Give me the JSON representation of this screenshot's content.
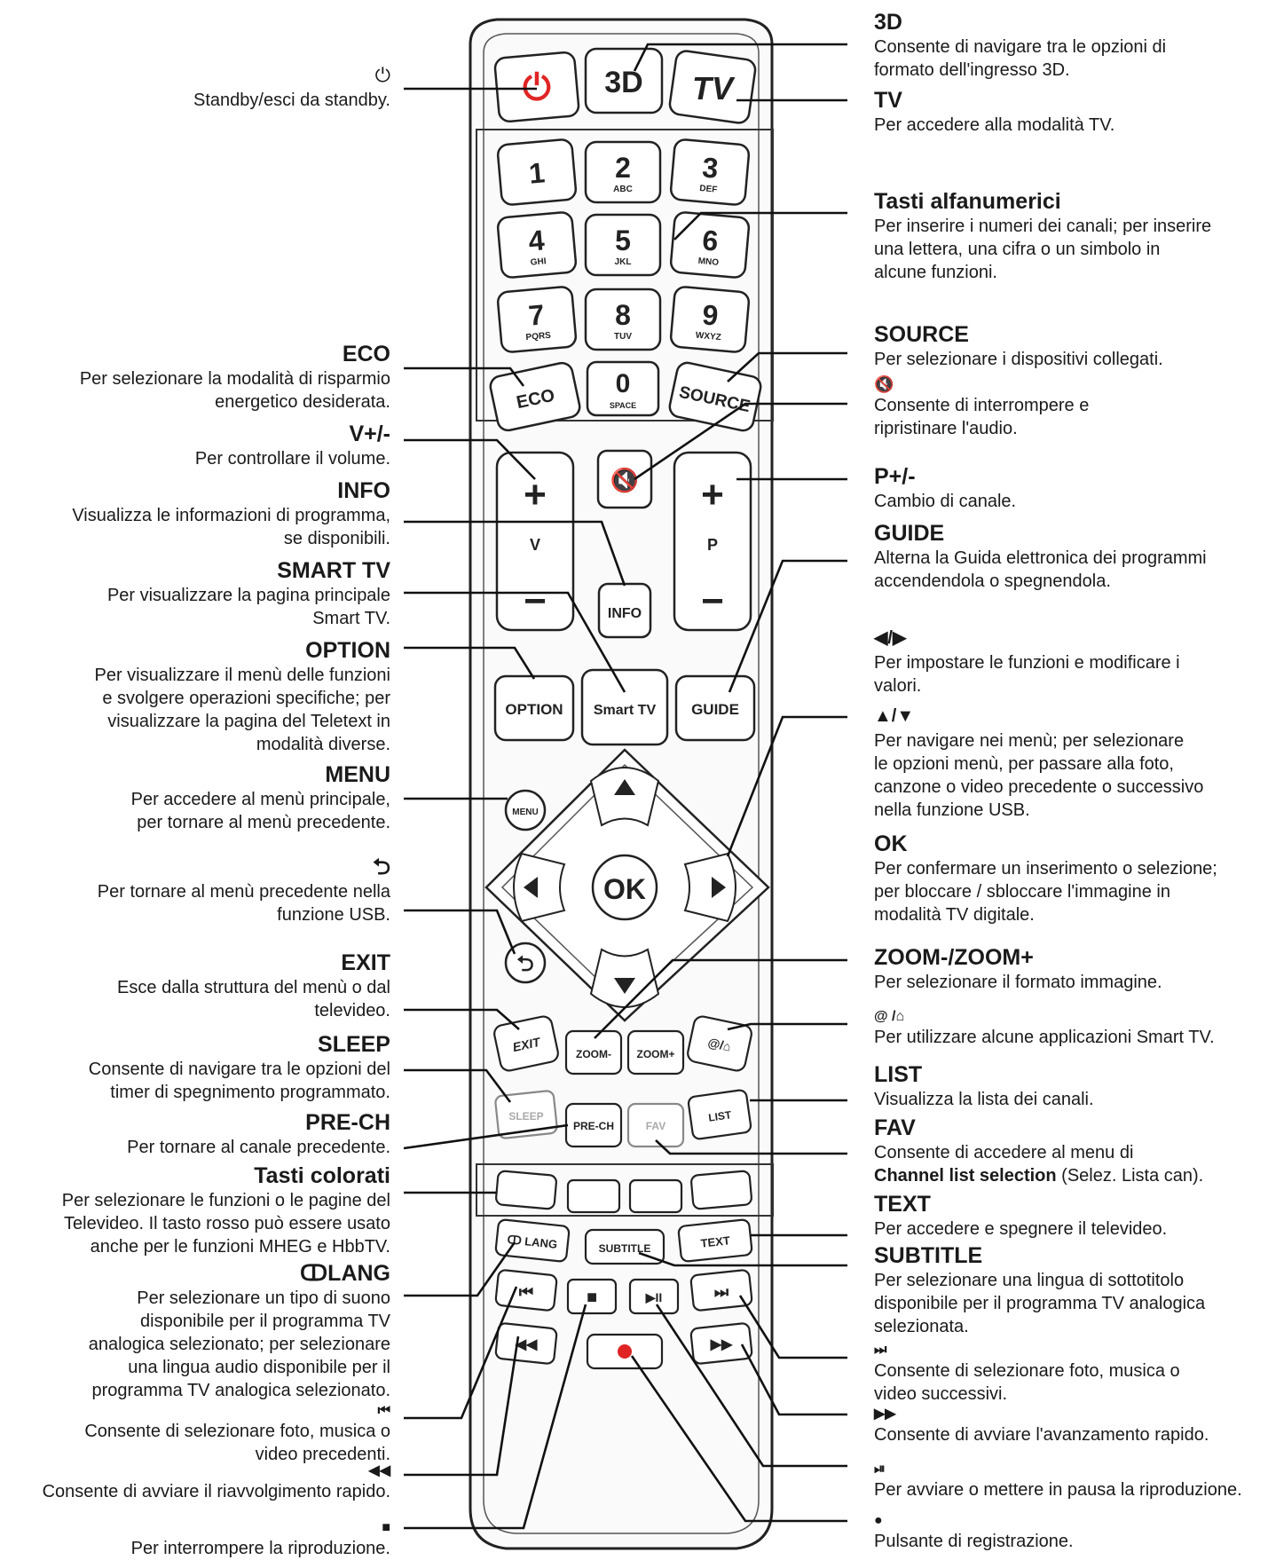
{
  "labels_left": [
    {
      "id": "standby",
      "title": "",
      "icon": "⏻",
      "desc": "Standby/esci da standby."
    },
    {
      "id": "eco",
      "title": "ECO",
      "desc": "Per selezionare la modalità di risparmio\nenergetico desiderata."
    },
    {
      "id": "vol",
      "title": "V+/-",
      "desc": "Per controllare il volume."
    },
    {
      "id": "info",
      "title": "INFO",
      "desc": "Visualizza le informazioni di programma,\nse disponibili."
    },
    {
      "id": "smarttv",
      "title": "SMART TV",
      "desc": "Per visualizzare la pagina principale\nSmart TV."
    },
    {
      "id": "option",
      "title": "OPTION",
      "desc": "Per visualizzare il menù delle funzioni\ne svolgere operazioni specifiche; per\nvisualizzare la pagina del Teletext in\nmodalità diverse."
    },
    {
      "id": "menu",
      "title": "MENU",
      "desc": "Per accedere al menù principale,\nper tornare al menù precedente."
    },
    {
      "id": "back",
      "title": "",
      "icon": "⮌",
      "desc": "Per tornare al menù precedente nella\nfunzione USB."
    },
    {
      "id": "exit",
      "title": "EXIT",
      "desc": "Esce dalla struttura del menù o dal\ntelevideo."
    },
    {
      "id": "sleep",
      "title": "SLEEP",
      "desc": "Consente di navigare tra le opzioni del\ntimer di spegnimento programmato."
    },
    {
      "id": "prech",
      "title": "PRE-CH",
      "desc": "Per tornare al canale precedente."
    },
    {
      "id": "colored",
      "title": "Tasti colorati",
      "desc": "Per selezionare le funzioni o le pagine del\nTelevideo. Il tasto rosso può essere usato\nanche per le funzioni MHEG e HbbTV."
    },
    {
      "id": "lang",
      "title": "ↀLANG",
      "desc": "Per selezionare un tipo di suono\ndisponibile per il programma TV\nanalogica selezionato; per selezionare\nuna lingua audio disponibile per il\nprogramma TV analogica selezionato."
    },
    {
      "id": "prev",
      "title": "",
      "icon": "⏮",
      "desc": "Consente di selezionare foto, musica o\nvideo precedenti."
    },
    {
      "id": "rew",
      "title": "",
      "icon": "◀◀",
      "desc": "Consente di avviare il riavvolgimento rapido."
    },
    {
      "id": "stop",
      "title": "",
      "icon": "■",
      "desc": "Per interrompere la riproduzione."
    }
  ],
  "labels_right": [
    {
      "id": "3d",
      "title": "3D",
      "desc": "Consente di navigare tra le opzioni di\nformato dell'ingresso 3D."
    },
    {
      "id": "tv",
      "title": "TV",
      "desc": "Per accedere alla modalità TV."
    },
    {
      "id": "alnum",
      "title": "Tasti alfanumerici",
      "desc": "Per inserire i numeri dei canali; per inserire\nuna lettera, una cifra o un simbolo in\nalcune funzioni."
    },
    {
      "id": "source",
      "title": "SOURCE",
      "desc": "Per selezionare i dispositivi collegati."
    },
    {
      "id": "mute",
      "title": "",
      "icon": "🔇",
      "desc": "Consente di interrompere e\nripristinare l'audio."
    },
    {
      "id": "prog",
      "title": "P+/-",
      "desc": "Cambio di canale."
    },
    {
      "id": "guide",
      "title": "GUIDE",
      "desc": "Alterna la Guida elettronica dei programmi\naccendendola o spegnendola."
    },
    {
      "id": "lr",
      "title": "◀/▶",
      "desc": "Per impostare le funzioni e modificare i\nvalori."
    },
    {
      "id": "ud",
      "title": "▲/▼",
      "desc": "Per navigare nei menù; per selezionare\nle opzioni menù, per passare alla foto,\ncanzone o video precedente o successivo\nnella funzione USB."
    },
    {
      "id": "ok",
      "title": "OK",
      "desc": "Per confermare un inserimento o selezione;\nper bloccare / sbloccare l'immagine in\nmodalità TV digitale."
    },
    {
      "id": "zoom",
      "title": "ZOOM-/ZOOM+",
      "desc": "Per selezionare il formato immagine."
    },
    {
      "id": "apps",
      "title": "",
      "icon": "@ /⌂",
      "desc": "Per utilizzare alcune applicazioni Smart TV."
    },
    {
      "id": "list",
      "title": "LIST",
      "desc": "Visualizza la lista dei canali."
    },
    {
      "id": "fav",
      "title": "FAV",
      "desc": "Consente di accedere al menu di",
      "desc_bold": "Channel list selection",
      "desc_tail": " (Selez. Lista can)."
    },
    {
      "id": "text",
      "title": "TEXT",
      "desc": "Per accedere e spegnere il televideo."
    },
    {
      "id": "subtitle",
      "title": "SUBTITLE",
      "desc": "Per selezionare una lingua di sottotitolo\ndisponibile per il programma TV analogica\nselezionata."
    },
    {
      "id": "next",
      "title": "",
      "icon": "⏭",
      "desc": "Consente di selezionare foto, musica o\nvideo successivi."
    },
    {
      "id": "ff",
      "title": "",
      "icon": "▶▶",
      "desc": "Consente di avviare l'avanzamento rapido."
    },
    {
      "id": "play",
      "title": "",
      "icon": "⏯",
      "desc": "Per avviare o mettere in pausa la riproduzione."
    },
    {
      "id": "rec",
      "title": "",
      "icon": "●",
      "desc": "Pulsante di registrazione."
    }
  ],
  "remote": {
    "top_buttons": [
      "⏻",
      "3D",
      "TV"
    ],
    "digits": [
      {
        "n": "1",
        "s": ""
      },
      {
        "n": "2",
        "s": "ABC"
      },
      {
        "n": "3",
        "s": "DEF"
      },
      {
        "n": "4",
        "s": "GHI"
      },
      {
        "n": "5",
        "s": "JKL"
      },
      {
        "n": "6",
        "s": "MNO"
      },
      {
        "n": "7",
        "s": "PQRS"
      },
      {
        "n": "8",
        "s": "TUV"
      },
      {
        "n": "9",
        "s": "WXYZ"
      }
    ],
    "zero": {
      "n": "0",
      "s": "SPACE"
    },
    "eco": "ECO",
    "source": "SOURCE",
    "vol_plus": "+",
    "vol_label": "V",
    "vol_minus": "−",
    "prog_plus": "+",
    "prog_label": "P",
    "prog_minus": "−",
    "mute": "🔇",
    "info": "INFO",
    "option": "OPTION",
    "smarttv": "Smart TV",
    "guide": "GUIDE",
    "menu": "MENU",
    "ok": "OK",
    "exit": "EXIT",
    "zoom_minus": "ZOOM-",
    "zoom_plus": "ZOOM+",
    "apps": "@/⌂",
    "sleep": "SLEEP",
    "prech": "PRE-CH",
    "fav": "FAV",
    "list": "LIST",
    "lang": "ↀ LANG",
    "subtitle": "SUBTITLE",
    "text": "TEXT",
    "prev": "⏮",
    "stop": "■",
    "play": "▶II",
    "next": "⏭",
    "rew": "◀◀",
    "rec": "●",
    "ff": "▶▶",
    "colors": {
      "red": "#e02424",
      "body": "#f4f4f4",
      "outline": "#222222"
    }
  }
}
